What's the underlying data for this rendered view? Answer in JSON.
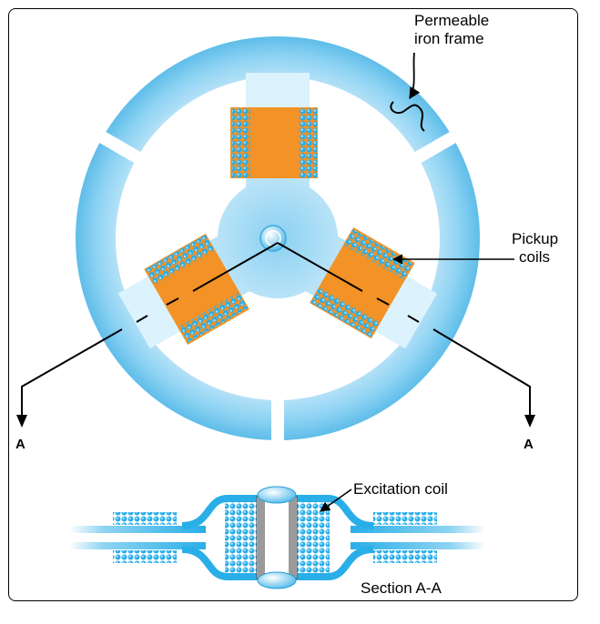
{
  "labels": {
    "frame_line1": "Permeable",
    "frame_line2": "iron frame",
    "pickup_line1": "Pickup",
    "pickup_line2": "coils",
    "excitation": "Excitation coil",
    "section": "Section A-A",
    "section_mark_left": "A",
    "section_mark_right": "A"
  },
  "colors": {
    "iron": "#6cc4ee",
    "iron_light": "#dff3fc",
    "coil_orange": "#f39226",
    "wire_blue": "#29aee8",
    "core_gray": "#8e8e8e"
  }
}
